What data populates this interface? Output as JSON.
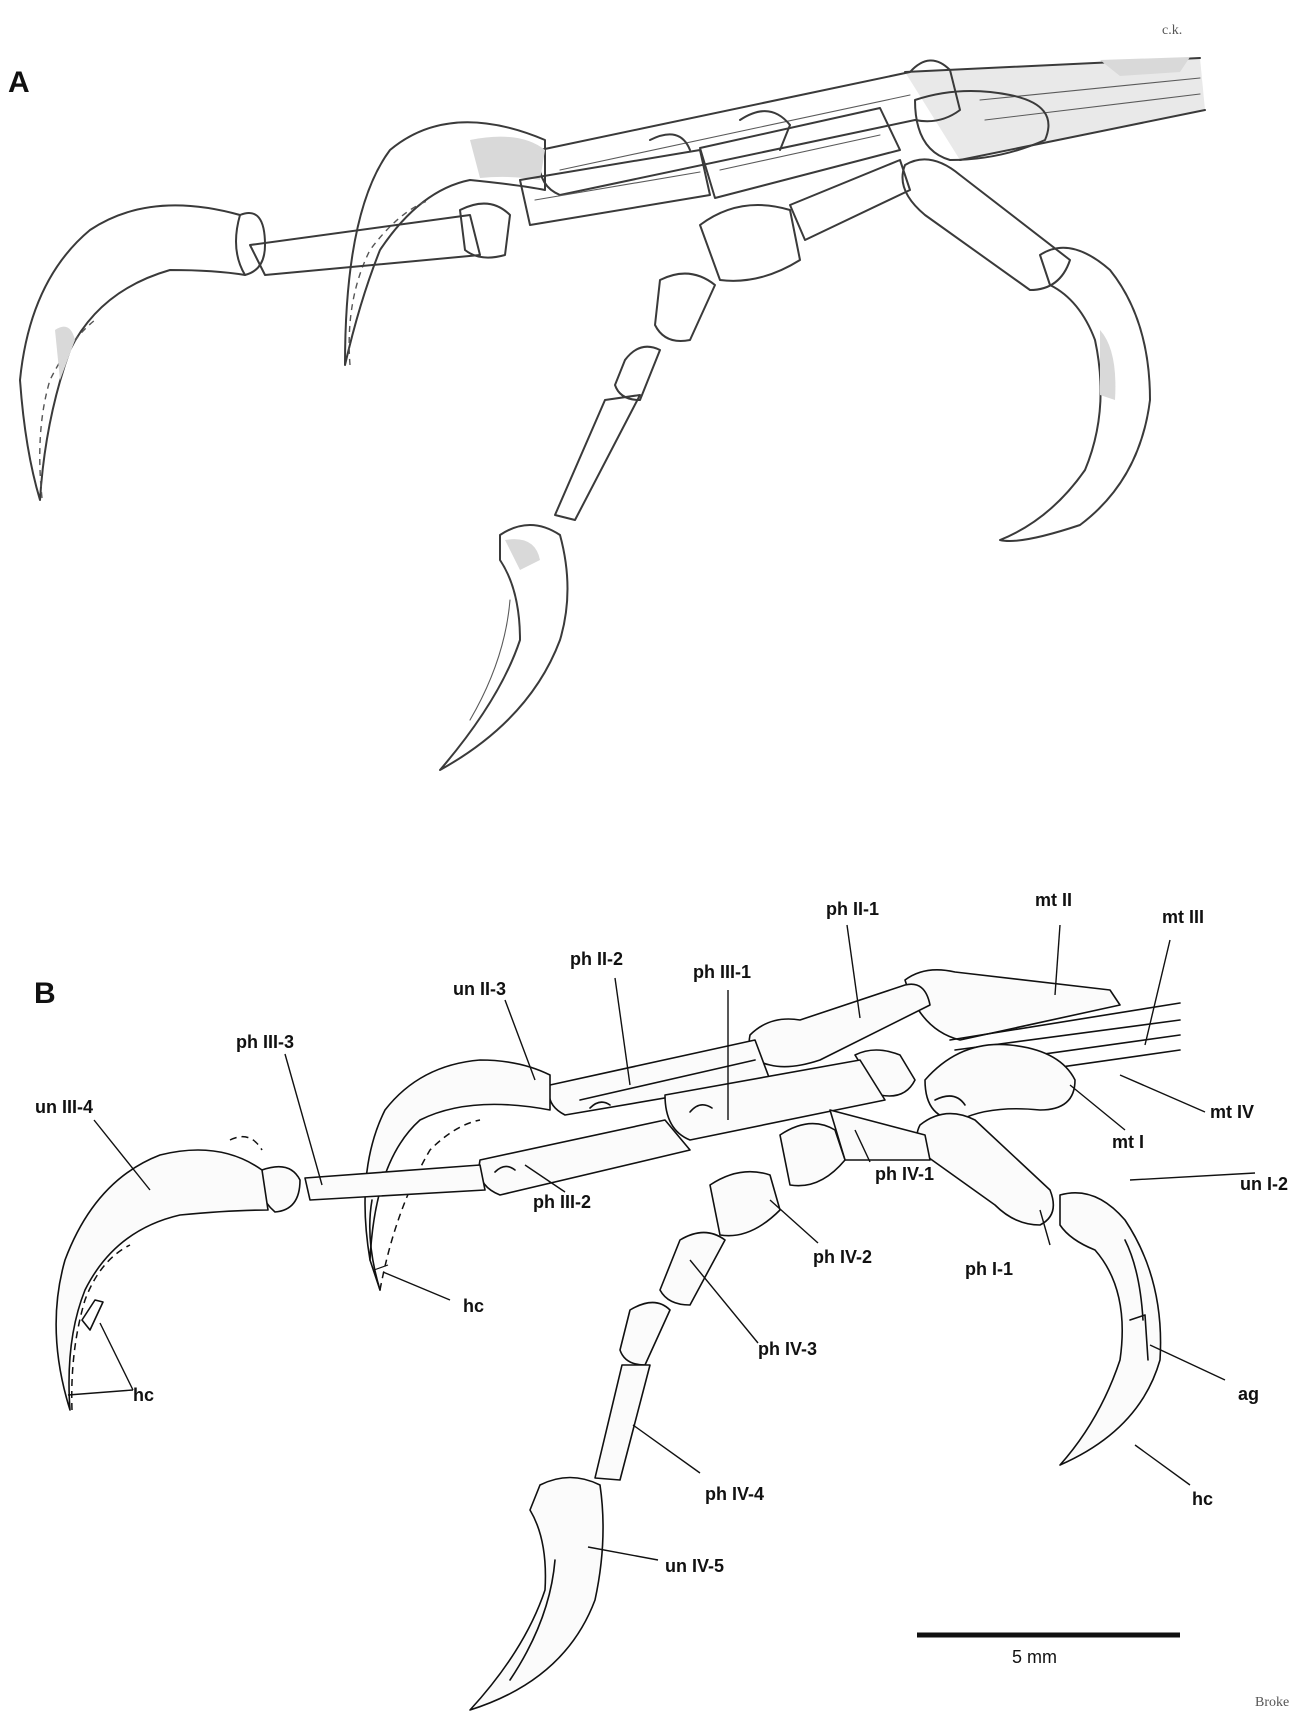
{
  "panels": {
    "a": {
      "letter": "A"
    },
    "b": {
      "letter": "B"
    }
  },
  "labels": {
    "ph_ii_1": "ph II-1",
    "mt_ii": "mt II",
    "mt_iii": "mt III",
    "ph_ii_2": "ph II-2",
    "ph_iii_1": "ph III-1",
    "un_ii_3": "un II-3",
    "ph_iii_3": "ph III-3",
    "un_iii_4": "un III-4",
    "mt_iv": "mt IV",
    "mt_i": "mt I",
    "ph_iv_1": "ph IV-1",
    "ph_iii_2": "ph III-2",
    "ph_iv_2": "ph IV-2",
    "ph_i_1": "ph I-1",
    "un_i_2": "un I-2",
    "hc_ii": "hc",
    "ph_iv_3": "ph IV-3",
    "hc_iii": "hc",
    "ag": "ag",
    "ph_iv_4": "ph IV-4",
    "hc_i": "hc",
    "un_iv_5": "un IV-5"
  },
  "scale_bar": {
    "label": "5 mm",
    "length_mm": 5
  },
  "corner_marks": {
    "top_right": "c.k.",
    "bottom_right": "Broke"
  },
  "colors": {
    "ink": "#111111",
    "sketch": "#3a3a3a",
    "background": "#ffffff"
  }
}
